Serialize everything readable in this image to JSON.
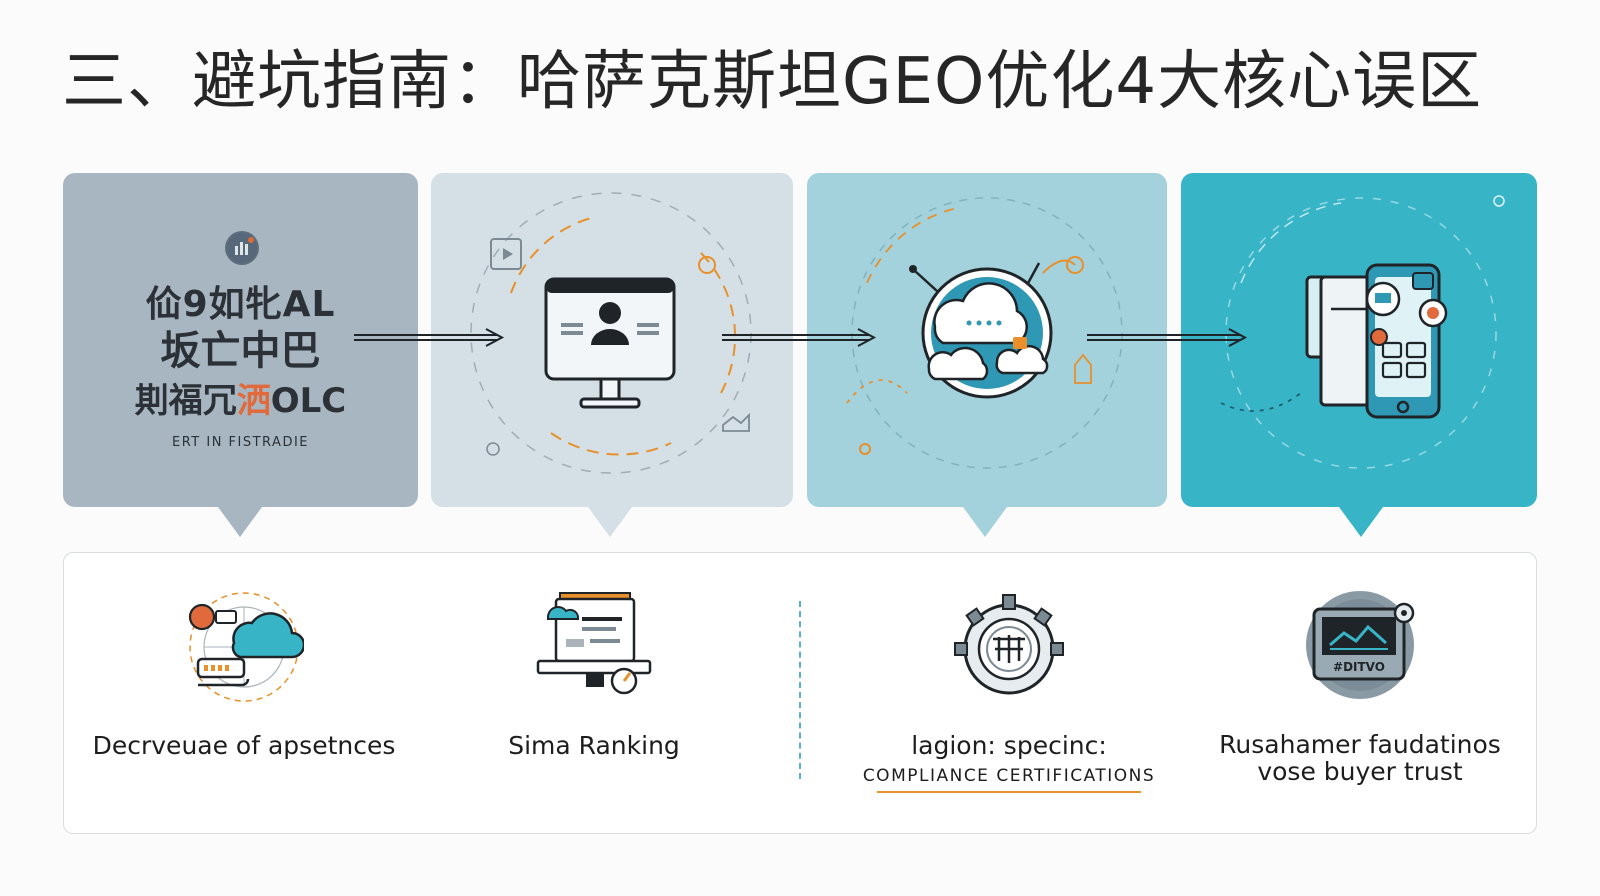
{
  "title": "三、避坑指南：哈萨克斯坦GEO优化4大核心误区",
  "panels": [
    {
      "line1": "佡9如牝AL",
      "line2": "坂亡中巴",
      "line3_prefix": "剘福冗",
      "line3_accent": "洒",
      "line3_suffix": "OLC",
      "line4": "ERT IN FISTRADIE"
    }
  ],
  "cards": [
    {
      "label": "Decrveuae of apsetnces",
      "icon": "cloud-network-icon"
    },
    {
      "label": "Sima Ranking",
      "icon": "document-presentation-icon"
    },
    {
      "label": "lagion: specinc:",
      "sub": "COMPLIANCE CERTIFICATIONS",
      "icon": "gear-certificate-icon"
    },
    {
      "label_line1": "Rusahamer faudatinos",
      "label_line2": "vose buyer trust",
      "icon": "monitor-badge-icon",
      "badge_text": "#DITVO"
    }
  ],
  "colors": {
    "panel1": "#a8b6c1",
    "panel2": "#d4e0e5",
    "panel3": "#a3d1dc",
    "panel4": "#38b4c7",
    "accent_orange": "#e8902c",
    "accent_teal": "#55b3cf"
  }
}
